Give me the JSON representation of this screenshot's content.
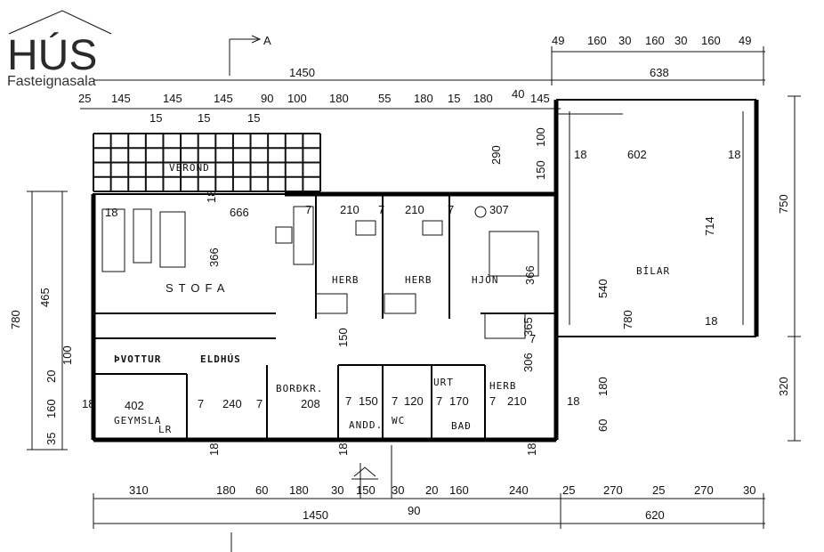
{
  "logo": {
    "name": "HÚS",
    "subtitle": "Fasteignasala"
  },
  "section_marker": "A",
  "top_dims": {
    "garage_parts": [
      "49",
      "160",
      "30",
      "160",
      "30",
      "160",
      "49"
    ],
    "total_house": "1450",
    "total_garage": "638",
    "row3": [
      "25",
      "145",
      "145",
      "145",
      "90",
      "100",
      "180",
      "55",
      "180",
      "15",
      "180",
      "40",
      "145"
    ],
    "row3_small": [
      "15",
      "15",
      "15"
    ]
  },
  "left_dims": [
    "465",
    "780",
    "100",
    "20",
    "160",
    "35"
  ],
  "right_dims": [
    "750",
    "320"
  ],
  "bottom_dims": {
    "row1": [
      "310",
      "180",
      "60",
      "180",
      "30",
      "150",
      "30",
      "20",
      "160",
      "240",
      "25",
      "270",
      "25",
      "270",
      "30"
    ],
    "row2_small": "90",
    "total_house": "1450",
    "total_garage": "620"
  },
  "interior_dims": [
    "666",
    "18",
    "7",
    "210",
    "7",
    "210",
    "7",
    "307",
    "366",
    "150",
    "290",
    "100",
    "150",
    "18",
    "602",
    "18",
    "714",
    "540",
    "780",
    "18",
    "366",
    "306",
    "7",
    "365",
    "180",
    "60",
    "18",
    "402",
    "7",
    "240",
    "7",
    "208",
    "7",
    "150",
    "7",
    "120",
    "7",
    "170",
    "7",
    "210",
    "18",
    "18",
    "18",
    "18",
    "18"
  ],
  "rooms": {
    "verond": "VERÖND",
    "stofa": "STOFA",
    "herb1": "HERB",
    "herb2": "HERB",
    "hjon": "HJÓN",
    "bilar": "BÍLAR",
    "thvottur": "ÞVOTTUR",
    "eldhus": "ELDHÚS",
    "bordkr": "BORÐKR.",
    "herb3": "HERB",
    "geymsla": "GEYMSLA",
    "lr": "LR",
    "andd": "ANDD.",
    "wc": "WC",
    "bad": "BAÐ",
    "urt": "URT"
  },
  "colors": {
    "line": "#111111",
    "logo": "#2a2a2a"
  }
}
